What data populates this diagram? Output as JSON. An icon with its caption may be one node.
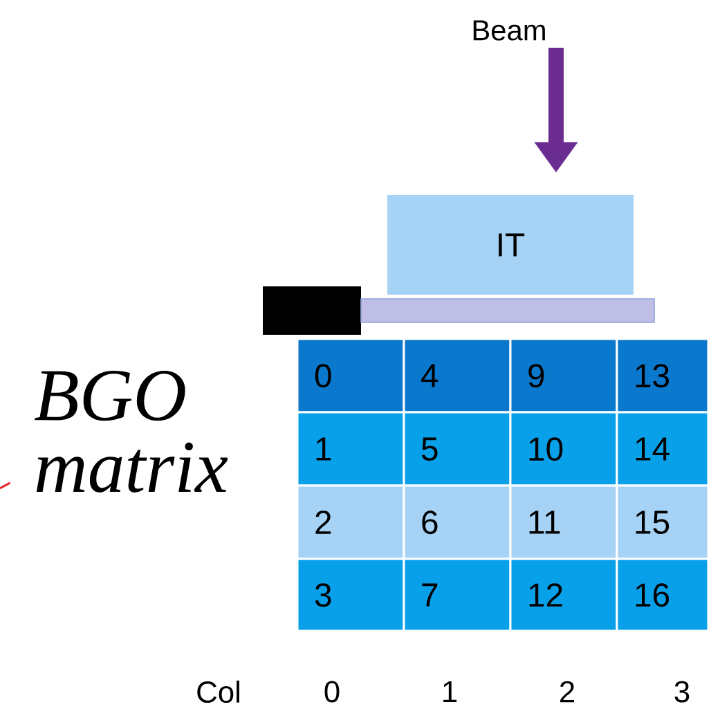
{
  "diagram": {
    "nodes": [
      {
        "text": [
          "Beam"
        ]
      },
      {
        "text": [
          "IT"
        ]
      },
      {
        "text": [
          "BGO matrix"
        ]
      },
      {
        "text": [
          "0"
        ]
      },
      {
        "text": [
          "4"
        ]
      },
      {
        "text": [
          "9"
        ]
      },
      {
        "text": [
          "13"
        ]
      },
      {
        "text": [
          "1"
        ]
      },
      {
        "text": [
          "5"
        ]
      },
      {
        "text": [
          "10"
        ]
      },
      {
        "text": [
          "14"
        ]
      },
      {
        "text": [
          "2"
        ]
      },
      {
        "text": [
          "6"
        ]
      },
      {
        "text": [
          "11"
        ]
      },
      {
        "text": [
          "15"
        ]
      },
      {
        "text": [
          "3"
        ]
      },
      {
        "text": [
          "7"
        ]
      },
      {
        "text": [
          "12"
        ]
      },
      {
        "text": [
          "16"
        ]
      }
    ],
    "edges": [
      {
        "from": 0,
        "to": 1,
        "arrow": "to",
        "style": "thick",
        "color": "#6a2c91"
      },
      {
        "from": null,
        "to": 2,
        "arrow": "none",
        "color": "#e02020"
      }
    ],
    "labels": [
      "Col",
      "0",
      "1",
      "2",
      "3"
    ]
  }
}
